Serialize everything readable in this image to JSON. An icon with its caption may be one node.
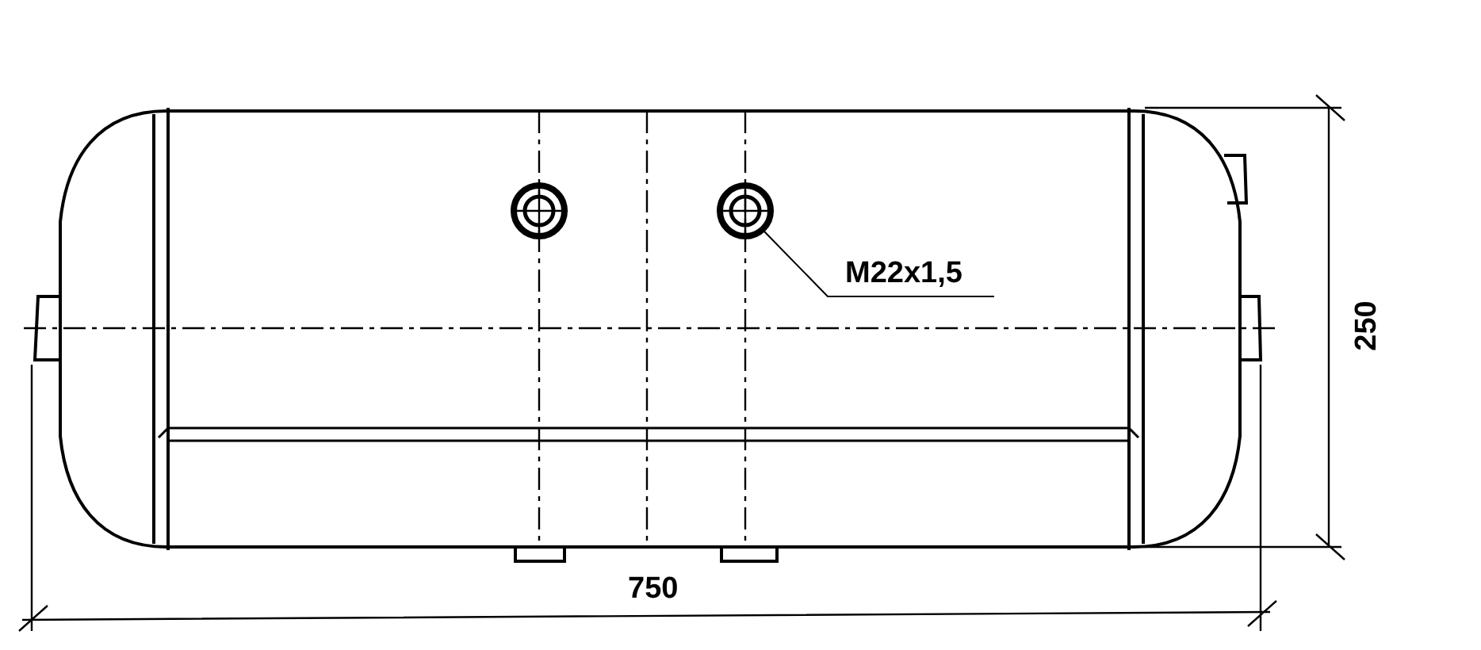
{
  "diagram": {
    "nodes": [
      {
        "text": [
          "M22x1,5"
        ]
      },
      {
        "text": [],
        "shape": "circle"
      }
    ],
    "edges": [
      {
        "from": 0,
        "to": 1,
        "arrow": "none"
      }
    ],
    "labels": [
      "250",
      "750"
    ]
  }
}
